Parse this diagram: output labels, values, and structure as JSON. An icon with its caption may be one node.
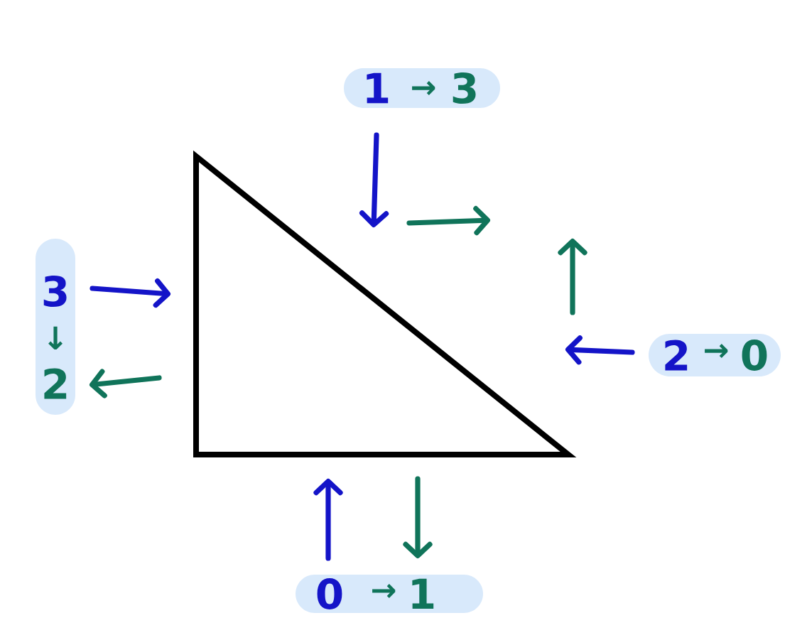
{
  "diagram": {
    "nodes": [
      {
        "text": [
          "1",
          "→",
          "3"
        ]
      },
      {
        "text": [
          "3",
          "↓",
          "2"
        ]
      },
      {
        "text": [
          "2",
          "→",
          "0"
        ]
      },
      {
        "text": [
          "0",
          "→",
          "1"
        ]
      }
    ]
  }
}
